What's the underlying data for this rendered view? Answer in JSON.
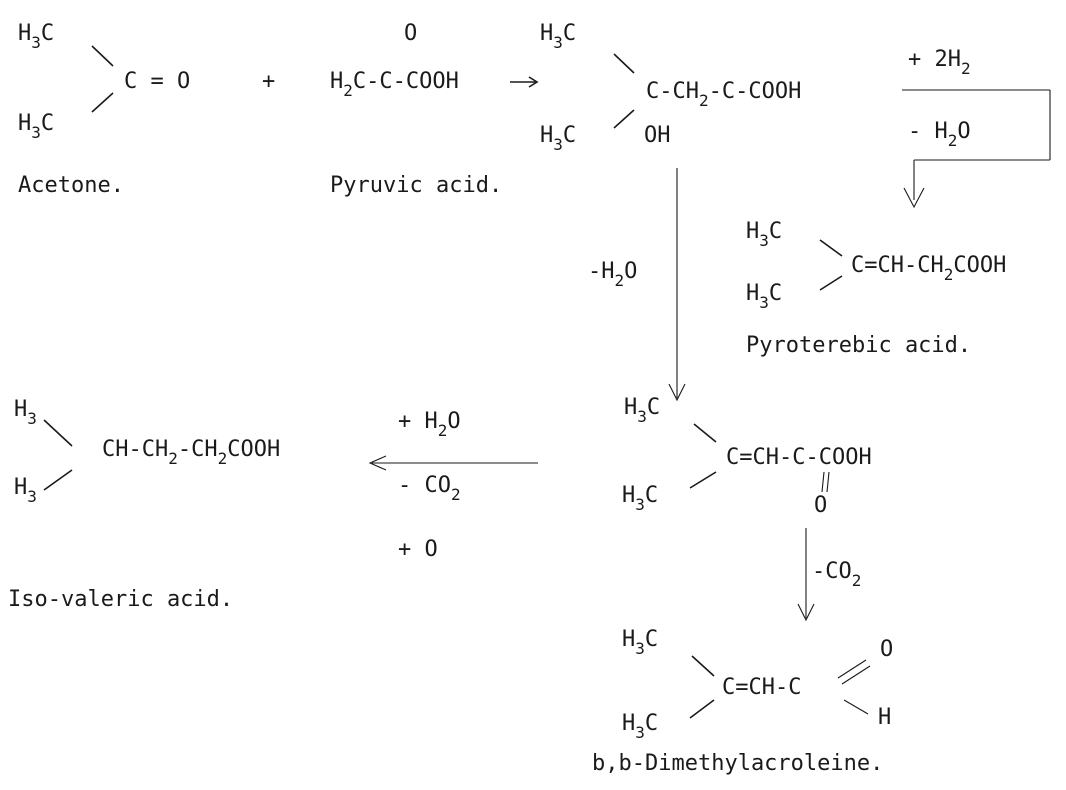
{
  "acetone": {
    "me_top": [
      "H",
      "3",
      "C"
    ],
    "me_bottom": [
      "H",
      "3",
      "C"
    ],
    "carbonyl": "C = O",
    "name": "Acetone."
  },
  "plus_1": "+",
  "pyruvic": {
    "oxygen": "O",
    "formula": [
      "H",
      "2",
      "C-C-COOH"
    ],
    "name": "Pyruvic acid."
  },
  "intermediate": {
    "me_top": [
      "H",
      "3",
      "C"
    ],
    "me_bottom": [
      "H",
      "3",
      "C"
    ],
    "chain": [
      "C-CH",
      "2",
      "-C-COOH"
    ],
    "hydroxyl": "OH"
  },
  "step_reduction": {
    "reagent_top": [
      "+  2H",
      "2"
    ],
    "reagent_bottom": [
      "-  H",
      "2",
      "O"
    ]
  },
  "pyroterebic": {
    "me_top": [
      "H",
      "3",
      "C"
    ],
    "me_bottom": [
      "H",
      "3",
      "C"
    ],
    "chain": [
      "C=CH-CH",
      "2",
      "COOH"
    ],
    "name": "Pyroterebic acid."
  },
  "step_dehydration": {
    "reagent": [
      "-H",
      "2",
      "O"
    ]
  },
  "keto_acid": {
    "me_top": [
      "H",
      "3",
      "C"
    ],
    "me_bottom": [
      "H",
      "3",
      "C"
    ],
    "chain": "C=CH-C-COOH",
    "oxygen": "O"
  },
  "step_to_valeric": {
    "line1": [
      "+  H",
      "2",
      "O"
    ],
    "line2": [
      "-  CO",
      "2"
    ],
    "line3": "+  O"
  },
  "isovaleric": {
    "me_top": [
      "H",
      "3"
    ],
    "me_bottom": [
      "H",
      "3"
    ],
    "chain": [
      "CH-CH",
      "2",
      "-CH",
      "2",
      "COOH"
    ],
    "name": "Iso-valeric acid."
  },
  "step_decarboxylation": {
    "reagent": [
      "-CO",
      "2"
    ]
  },
  "dimethylacroleine": {
    "me_top": [
      "H",
      "3",
      "C"
    ],
    "me_bottom": [
      "H",
      "3",
      "C"
    ],
    "chain": "C=CH-C",
    "oxygen": "O",
    "hydrogen": "H",
    "name": "b,b-Dimethylacroleine."
  }
}
